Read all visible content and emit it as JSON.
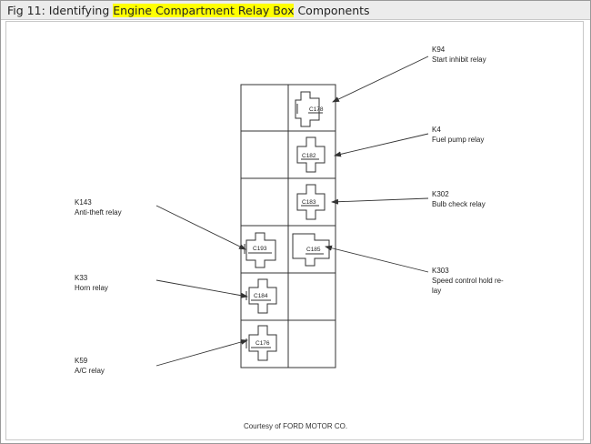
{
  "figure": {
    "title_prefix": "Fig 11: Identifying ",
    "title_highlight": "Engine Compartment Relay Box",
    "title_suffix": " Components",
    "courtesy": "Courtesy of FORD MOTOR CO."
  },
  "relays": [
    {
      "code": "K94",
      "name": "Start inhibit relay",
      "connector": "C178"
    },
    {
      "code": "K4",
      "name": "Fuel pump relay",
      "connector": "C182"
    },
    {
      "code": "K302",
      "name": "Bulb check relay",
      "connector": "C183"
    },
    {
      "code": "K143",
      "name": "Anti-theft relay",
      "connector": "C193"
    },
    {
      "code": "K303",
      "name": "Speed control hold re-",
      "name2": "lay",
      "connector": "C185"
    },
    {
      "code": "K33",
      "name": "Horn relay",
      "connector": "C184"
    },
    {
      "code": "K59",
      "name": "A/C relay",
      "connector": "C176"
    }
  ]
}
